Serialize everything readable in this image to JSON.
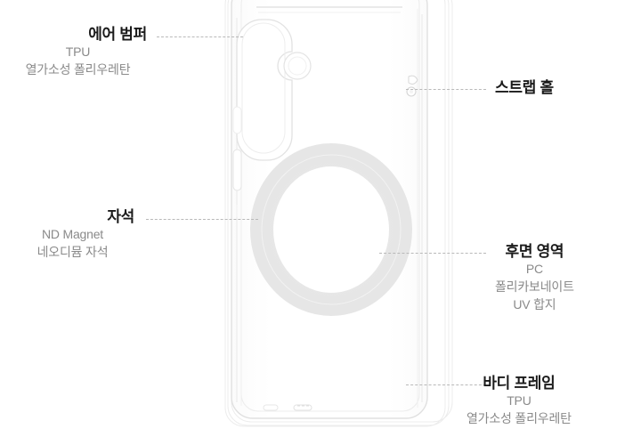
{
  "diagram": {
    "title": "Transparent phone case material callout diagram",
    "background_color": "#ffffff",
    "leader_line_color": "#b9b9b9",
    "heading_color": "#1b1b1b",
    "subtext_color": "#8a8a8a",
    "magnet_ring_color": "#ededed",
    "case_outline_color": "#e3e3e3"
  },
  "callouts": {
    "air_bumper": {
      "title": "에어 범퍼",
      "line1": "TPU",
      "line2": "열가소성 폴리우레탄"
    },
    "magnet": {
      "title": "자석",
      "line1": "ND Magnet",
      "line2": "네오디뮴 자석"
    },
    "strap_hole": {
      "title": "스트랩 홀"
    },
    "rear_area": {
      "title": "후면 영역",
      "line1": "PC",
      "line2": "폴리카보네이트",
      "line3": "UV 합지"
    },
    "body_frame": {
      "title": "바디 프레임",
      "line1": "TPU",
      "line2": "열가소성 폴리우레탄"
    }
  }
}
